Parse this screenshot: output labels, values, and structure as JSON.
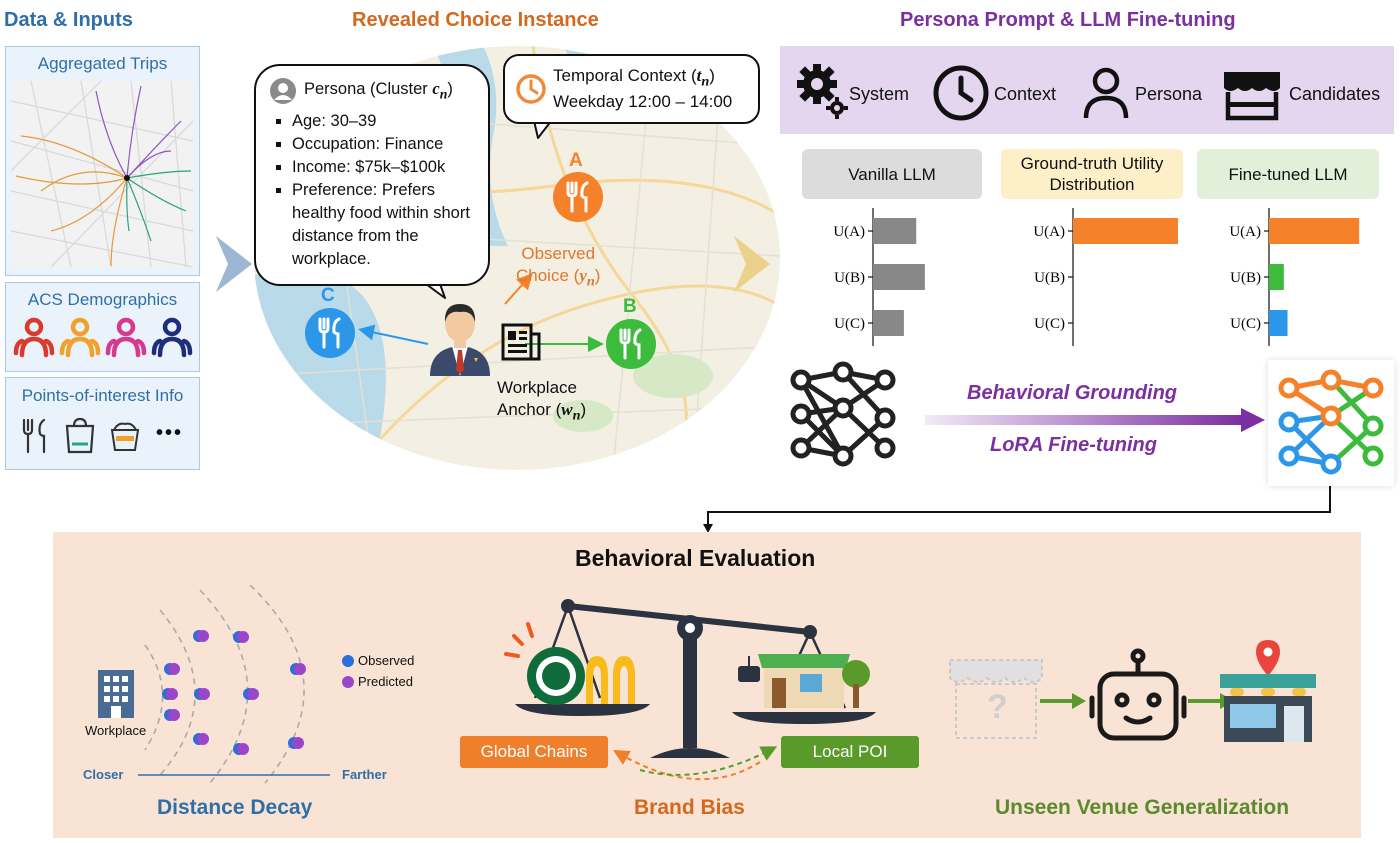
{
  "sections": {
    "data_inputs": "Data & Inputs",
    "revealed_choice": "Revealed Choice Instance",
    "persona_prompt": "Persona Prompt & LLM Fine-tuning"
  },
  "data_panels": {
    "trips": "Aggregated Trips",
    "acs": "ACS Demographics",
    "poi": "Points-of-interest Info",
    "ellipsis": "•••"
  },
  "persona": {
    "title": "Persona (Cluster ",
    "symbol": "c",
    "sub": "n",
    "close": ")",
    "items": [
      "Age: 30–39",
      "Occupation: Finance",
      "Income: $75k–$100k",
      "Preference: Prefers healthy food within short distance from the workplace."
    ]
  },
  "temporal": {
    "line1_prefix": "Temporal Context (",
    "symbol": "t",
    "sub": "n",
    "close": ")",
    "line2": "Weekday 12:00 – 14:00"
  },
  "map": {
    "label_a": "A",
    "label_b": "B",
    "label_c": "C",
    "observed_line1": "Observed",
    "observed_line2_prefix": "Choice (",
    "observed_symbol": "y",
    "observed_sub": "n",
    "observed_close": ")",
    "workplace_line1": "Workplace",
    "workplace_line2_prefix": "Anchor (",
    "workplace_symbol": "w",
    "workplace_sub": "n",
    "workplace_close": ")"
  },
  "prompt_bar": {
    "system": "System",
    "context": "Context",
    "persona": "Persona",
    "candidates": "Candidates"
  },
  "llm_columns": [
    {
      "label": "Vanilla LLM",
      "bg": "#dcdcdc"
    },
    {
      "label": "Ground-truth Utility Distribution",
      "bg": "#fdf0c8"
    },
    {
      "label": "Fine-tuned LLM",
      "bg": "#e2f0d9"
    }
  ],
  "chart_data": [
    {
      "type": "bar",
      "title": "Vanilla LLM",
      "categories": [
        "U(A)",
        "U(B)",
        "U(C)"
      ],
      "values": [
        0.35,
        0.42,
        0.25
      ],
      "colors": [
        "#888888",
        "#888888",
        "#888888"
      ]
    },
    {
      "type": "bar",
      "title": "Ground-truth Utility Distribution",
      "categories": [
        "U(A)",
        "U(B)",
        "U(C)"
      ],
      "values": [
        0.85,
        0,
        0
      ],
      "colors": [
        "#f5822a",
        "#f5822a",
        "#f5822a"
      ]
    },
    {
      "type": "bar",
      "title": "Fine-tuned LLM",
      "categories": [
        "U(A)",
        "U(B)",
        "U(C)"
      ],
      "values": [
        0.73,
        0.12,
        0.15
      ],
      "colors": [
        "#f5822a",
        "#3dbb3d",
        "#2c97e8"
      ]
    }
  ],
  "finetune": {
    "grounding": "Behavioral Grounding",
    "lora": "LoRA Fine-tuning"
  },
  "evaluation": {
    "title": "Behavioral Evaluation",
    "legend_observed": "Observed",
    "legend_predicted": "Predicted",
    "workplace": "Workplace",
    "closer": "Closer",
    "farther": "Farther",
    "distance_decay": "Distance Decay",
    "global_chains": "Global Chains",
    "local_poi": "Local POI",
    "brand_bias": "Brand Bias",
    "unseen_venue": "Unseen Venue Generalization",
    "question": "?"
  },
  "colors": {
    "blue_title": "#2f6fa8",
    "orange_title": "#d2691e",
    "purple_title": "#7b2fa0",
    "orange": "#f5822a",
    "green": "#3dbb3d",
    "blue": "#2c97e8",
    "observed_dot": "#2a6fdb",
    "predicted_dot": "#9b45c9",
    "global_chains": "#f07f2b",
    "local_poi": "#5a9a2a",
    "green_title": "#5a8a2e"
  }
}
